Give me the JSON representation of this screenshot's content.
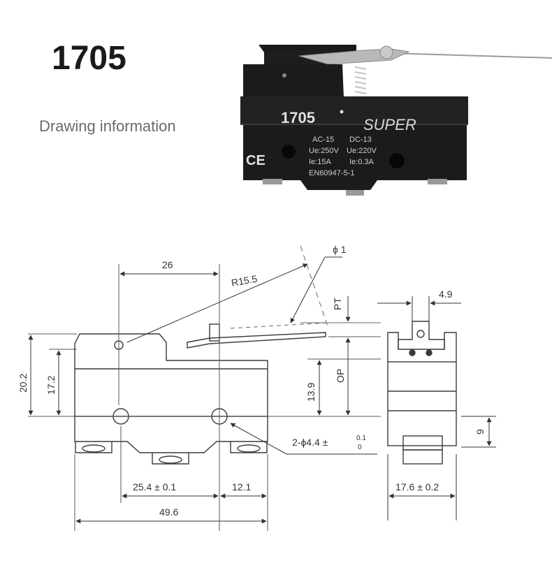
{
  "header": {
    "title": "1705",
    "subtitle": "Drawing information"
  },
  "product": {
    "model": "1705",
    "brand": "SUPER",
    "ce_mark": "CE",
    "specs": {
      "ac_rating": "AC-15",
      "dc_rating": "DC-13",
      "ue_ac": "Ue:250V",
      "ue_dc": "Ue:220V",
      "ie_ac": "Ie:15A",
      "ie_dc": "Ie:0.3A",
      "standard": "EN60947-5-1"
    }
  },
  "drawing": {
    "dims": {
      "d26": "26",
      "r155": "R15.5",
      "phi1": "ϕ 1",
      "pt": "PT",
      "d49": "4.9",
      "d202": "20.2",
      "d172": "17.2",
      "d139": "13.9",
      "op": "OP",
      "d9": "9",
      "holes": "2-ϕ4.4 ±",
      "tol_top": "0.1",
      "tol_bot": "0",
      "d254": "25.4 ± 0.1",
      "d121": "12.1",
      "d176": "17.6 ± 0.2",
      "d496": "49.6"
    }
  }
}
